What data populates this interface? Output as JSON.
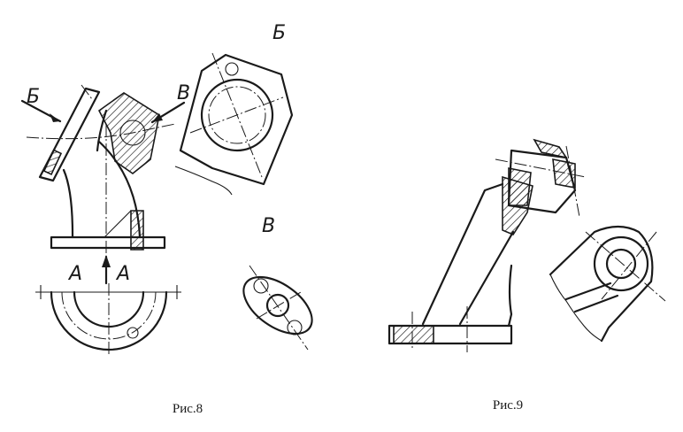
{
  "figures": [
    {
      "caption": "Рис.8",
      "view_labels": [
        "Б",
        "В",
        "А",
        "Б",
        "В"
      ]
    },
    {
      "caption": "Рис.9"
    }
  ],
  "colors": {
    "ink": "#1a1a1a",
    "paper": "#ffffff"
  }
}
